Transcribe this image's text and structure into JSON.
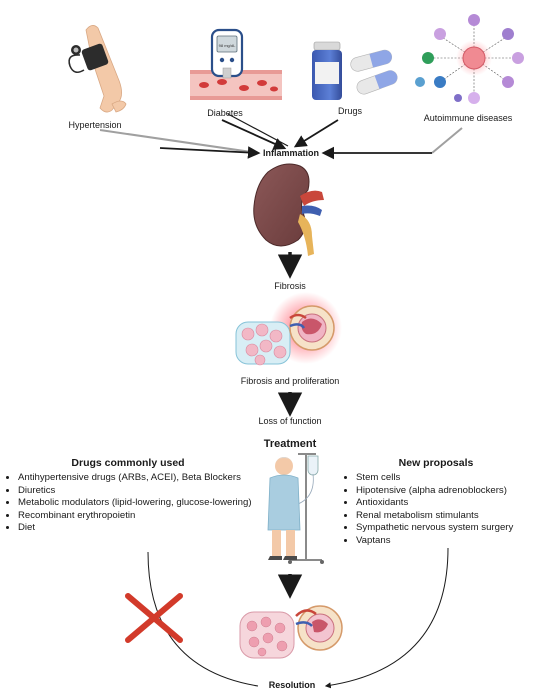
{
  "causes": {
    "hypertension": "Hypertension",
    "diabetes": "Diabetes",
    "drugs": "Drugs",
    "autoimmune": "Autoimmune diseases"
  },
  "glucometer_reading": "98 mg/dL",
  "flow": {
    "inflammation": "Inflammation",
    "fibrosis": "Fibrosis",
    "fibrosis_proliferation": "Fibrosis and proliferation",
    "loss_of_function": "Loss of function",
    "treatment": "Treatment",
    "resolution": "Resolution"
  },
  "drugs_common": {
    "title": "Drugs commonly used",
    "items": [
      "Antihypertensive drugs (ARBs, ACEI), Beta Blockers",
      "Diuretics",
      "Metabolic modulators (lipid-lowering, glucose-lowering)",
      "Recombinant erythropoietin",
      "Diet"
    ]
  },
  "new_proposals": {
    "title": "New proposals",
    "items": [
      "Stem cells",
      "Hipotensive (alpha adrenoblockers)",
      "Antioxidants",
      "Renal metabolism stimulants",
      "Sympathetic nervous system surgery",
      "Vaptans"
    ]
  },
  "colors": {
    "kidney": "#7a4a4a",
    "arrow": "#1a1a1a",
    "grey_line": "#9a9a9a",
    "red_x": "#d23a2a",
    "inflammation_glow": "#ff4b5c",
    "tissue_blue": "#9fd3e6",
    "tissue_pink": "#f2b8c6"
  }
}
